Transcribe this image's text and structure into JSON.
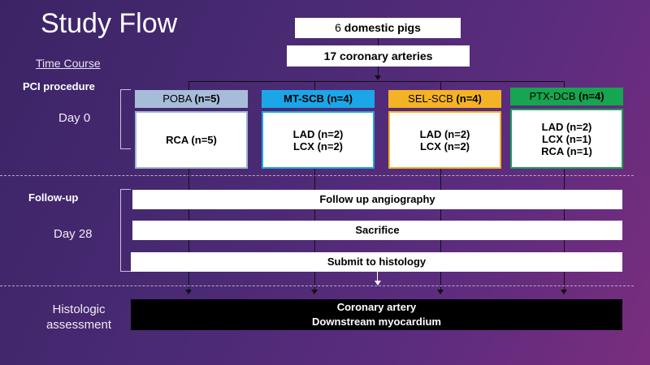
{
  "title": "Study Flow",
  "time_course_label": "Time Course",
  "top_boxes": {
    "pigs": {
      "count": "6",
      "label": "domestic pigs"
    },
    "arteries": "17 coronary arteries"
  },
  "stages": {
    "pci": {
      "label": "PCI procedure",
      "day": "Day 0"
    },
    "followup": {
      "label": "Follow-up",
      "day": "Day 28"
    },
    "histo": {
      "label_line1": "Histologic",
      "label_line2": "assessment"
    }
  },
  "groups": [
    {
      "name": "POBA",
      "n": "(n=5)",
      "color": "#a7bcd9",
      "border": "#9fb4d4",
      "vessels": [
        "RCA (n=5)"
      ]
    },
    {
      "name": "MT-SCB",
      "n": "(n=4)",
      "color": "#1ba6e8",
      "border": "#1ba6e8",
      "vessels": [
        "LAD (n=2)",
        "LCX (n=2)"
      ]
    },
    {
      "name": "SEL-SCB",
      "n": "(n=4)",
      "color": "#f4b225",
      "border": "#f4b225",
      "vessels": [
        "LAD (n=2)",
        "LCX (n=2)"
      ]
    },
    {
      "name": "PTX-DCB",
      "n": "(n=4)",
      "color": "#16a550",
      "border": "#16a550",
      "vessels": [
        "LAD (n=2)",
        "LCX (n=1)",
        "RCA (n=1)"
      ]
    }
  ],
  "followup_steps": [
    "Follow up angiography",
    "Sacrifice",
    "Submit to histology"
  ],
  "histology": {
    "line1": "Coronary artery",
    "line2": "Downstream myocardium"
  }
}
